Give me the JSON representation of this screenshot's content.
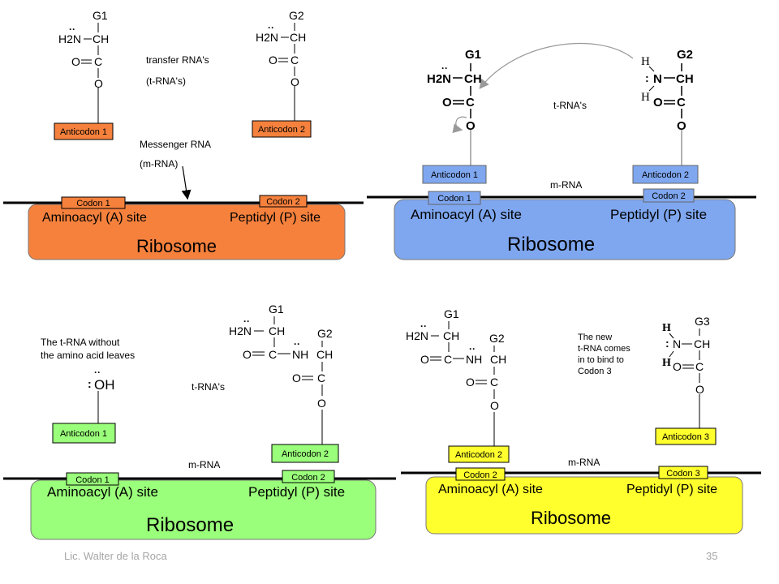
{
  "footer": {
    "author": "Lic. Walter de la Roca",
    "page": "35"
  },
  "chem": {
    "h2n": "H2N",
    "ch": "CH",
    "c": "C",
    "o": "O",
    "oeq": "O",
    "nh": "NH",
    "n": "N",
    "h": "H",
    "oh": "OH",
    "dots": "··",
    "g1": "G1",
    "g2": "G2",
    "g3": "G3"
  },
  "panel1": {
    "color": "#f5813d",
    "anticodon_1": "Anticodon 1",
    "anticodon_2": "Anticodon 2",
    "codon_1": "Codon 1",
    "codon_2": "Codon 2",
    "a_site": "Aminoacyl (A) site",
    "p_site": "Peptidyl (P) site",
    "ribosome": "Ribosome",
    "trna_line1": "transfer RNA's",
    "trna_line2": "(t-RNA's)",
    "mrna_line1": "Messenger RNA",
    "mrna_line2": "(m-RNA)"
  },
  "panel2": {
    "color": "#7fa7f0",
    "anticodon_1": "Anticodon 1",
    "anticodon_2": "Anticodon 2",
    "codon_1": "Codon 1",
    "codon_2": "Codon 2",
    "a_site": "Aminoacyl (A) site",
    "p_site": "Peptidyl (P) site",
    "ribosome": "Ribosome",
    "trnas": "t-RNA's",
    "mrna": "m-RNA"
  },
  "panel3": {
    "color": "#9aff7a",
    "anticodon_1": "Anticodon 1",
    "anticodon_2": "Anticodon 2",
    "codon_1": "Codon 1",
    "codon_2": "Codon 2",
    "a_site": "Aminoacyl (A) site",
    "p_site": "Peptidyl (P) site",
    "ribosome": "Ribosome",
    "trnas": "t-RNA's",
    "mrna": "m-RNA",
    "note_line1": "The t-RNA without",
    "note_line2": "the amino acid leaves"
  },
  "panel4": {
    "color": "#ffff2e",
    "anticodon_2": "Anticodon 2",
    "anticodon_3": "Anticodon 3",
    "codon_2": "Codon 2",
    "codon_3": "Codon 3",
    "a_site": "Aminoacyl (A) site",
    "p_site": "Peptidyl (P) site",
    "ribosome": "Ribosome",
    "mrna": "m-RNA",
    "note_line1": "The new",
    "note_line2": "t-RNA comes",
    "note_line3": "in to bind to",
    "note_line4": "Codon 3"
  }
}
